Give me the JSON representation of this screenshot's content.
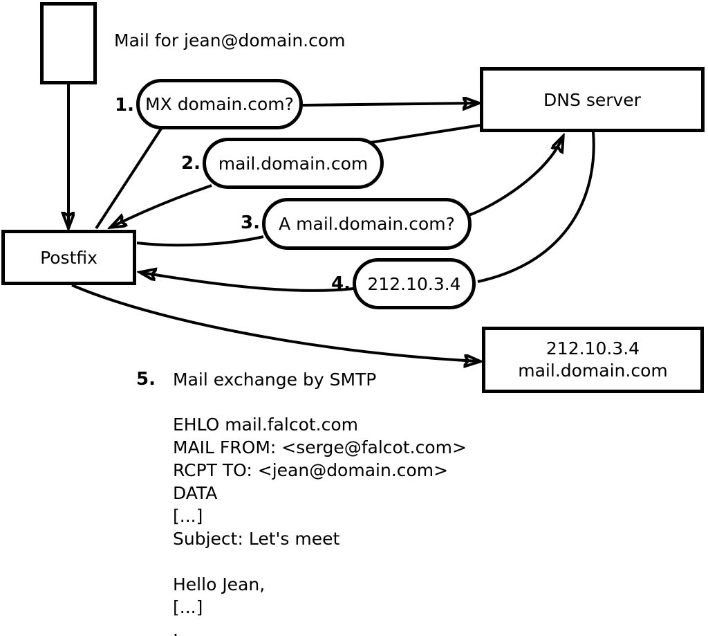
{
  "diagram": {
    "mail_label": "Mail for jean@domain.com",
    "nodes": {
      "mail_message": {
        "label": ""
      },
      "postfix": {
        "label": "Postfix"
      },
      "dns": {
        "label": "DNS server"
      },
      "target": {
        "line1": "212.10.3.4",
        "line2": "mail.domain.com"
      }
    },
    "steps": [
      {
        "num": "1.",
        "label": "MX domain.com?"
      },
      {
        "num": "2.",
        "label": "mail.domain.com"
      },
      {
        "num": "3.",
        "label": "A mail.domain.com?"
      },
      {
        "num": "4.",
        "label": "212.10.3.4"
      },
      {
        "num": "5.",
        "label": "Mail exchange by SMTP"
      }
    ],
    "smtp_session": {
      "lines": [
        "EHLO mail.falcot.com",
        "MAIL FROM: <serge@falcot.com>",
        "RCPT TO: <jean@domain.com>",
        "DATA",
        "[...]",
        "Subject: Let's meet",
        "",
        "Hello Jean,",
        "[...]",
        "."
      ]
    },
    "colors": {
      "stroke": "#000000",
      "background": "#ffffff"
    }
  }
}
